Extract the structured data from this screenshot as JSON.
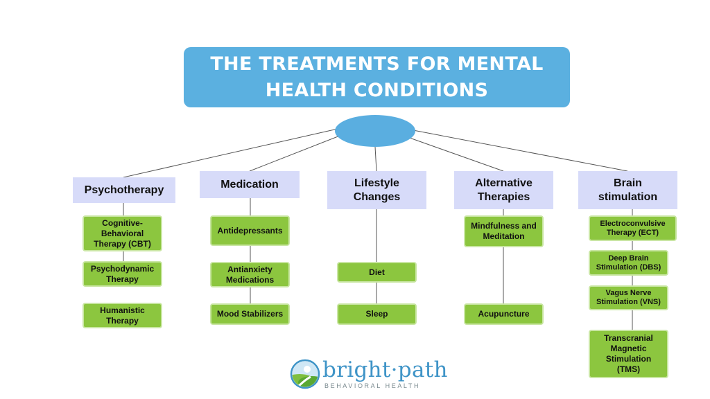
{
  "title": "THE TREATMENTS FOR MENTAL\nHEALTH CONDITIONS",
  "categories": [
    {
      "label": "Psychotherapy",
      "items": [
        "Cognitive-\nBehavioral\nTherapy (CBT)",
        "Psychodynamic\nTherapy",
        "Humanistic\nTherapy"
      ]
    },
    {
      "label": "Medication",
      "items": [
        "Antidepressants",
        "Antianxiety\nMedications",
        "Mood Stabilizers"
      ]
    },
    {
      "label": "Lifestyle\nChanges",
      "items": [
        "Diet",
        "Sleep"
      ]
    },
    {
      "label": "Alternative\nTherapies",
      "items": [
        "Mindfulness and\nMeditation",
        "Acupuncture"
      ]
    },
    {
      "label": "Brain\nstimulation",
      "items": [
        "Electroconvulsive\nTherapy (ECT)",
        "Deep Brain\nStimulation (DBS)",
        "Vagus Nerve\nStimulation (VNS)",
        "Transcranial\nMagnetic\nStimulation\n(TMS)"
      ]
    }
  ],
  "logo": {
    "name": "bright·path",
    "subtitle": "BEHAVIORAL HEALTH"
  },
  "colors": {
    "title_bg": "#5bb0e0",
    "category_bg": "#d7dbf9",
    "leaf_bg": "#8cc63f",
    "line": "#555555"
  }
}
